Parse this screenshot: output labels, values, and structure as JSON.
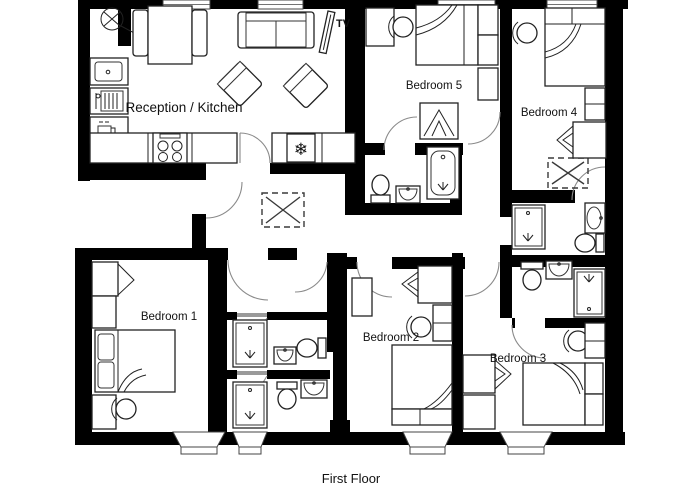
{
  "title": "First Floor",
  "rooms": {
    "reception": "Reception / Kitchen",
    "bedroom1": "Bedroom 1",
    "bedroom2": "Bedroom 2",
    "bedroom3": "Bedroom 3",
    "bedroom4": "Bedroom 4",
    "bedroom5": "Bedroom 5"
  },
  "labels": {
    "tv": "TV"
  },
  "icons": {
    "fridge_freezer": "❄",
    "ceiling_light": "circle-with-cross",
    "skylight": "dashed-box-with-x"
  },
  "colors": {
    "wall": "#000000",
    "floor": "#ffffff",
    "line": "#222222"
  }
}
